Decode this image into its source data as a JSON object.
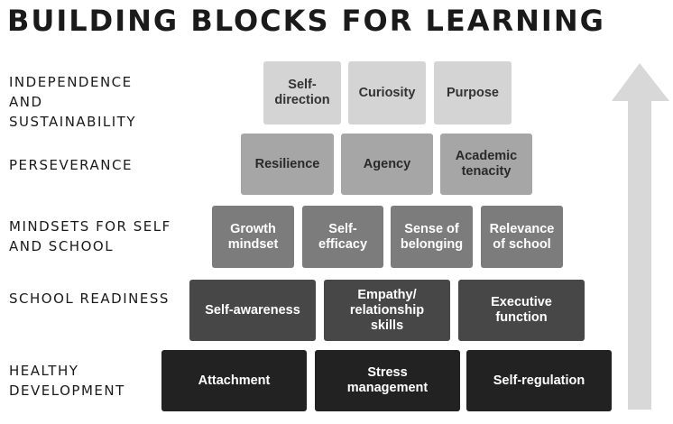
{
  "title": "Building Blocks for Learning",
  "levels": [
    {
      "label": "Independence and Sustainability",
      "blocks": [
        "Self-direction",
        "Curiosity",
        "Purpose"
      ]
    },
    {
      "label": "Perseverance",
      "blocks": [
        "Resilience",
        "Agency",
        "Academic tenacity"
      ]
    },
    {
      "label": "Mindsets for Self and School",
      "blocks": [
        "Growth mindset",
        "Self-efficacy",
        "Sense of belonging",
        "Relevance of school"
      ]
    },
    {
      "label": "School Readiness",
      "blocks": [
        "Self-awareness",
        "Empathy/ relationship skills",
        "Executive function"
      ]
    },
    {
      "label": "Healthy Development",
      "blocks": [
        "Attachment",
        "Stress management",
        "Self-regulation"
      ]
    }
  ],
  "colors": {
    "level1": "#d4d4d4",
    "level2": "#a6a6a6",
    "level3": "#7c7c7c",
    "level4": "#474747",
    "level5": "#222222",
    "arrow": "#d8d8d8"
  },
  "arrow_icon": "up-arrow"
}
